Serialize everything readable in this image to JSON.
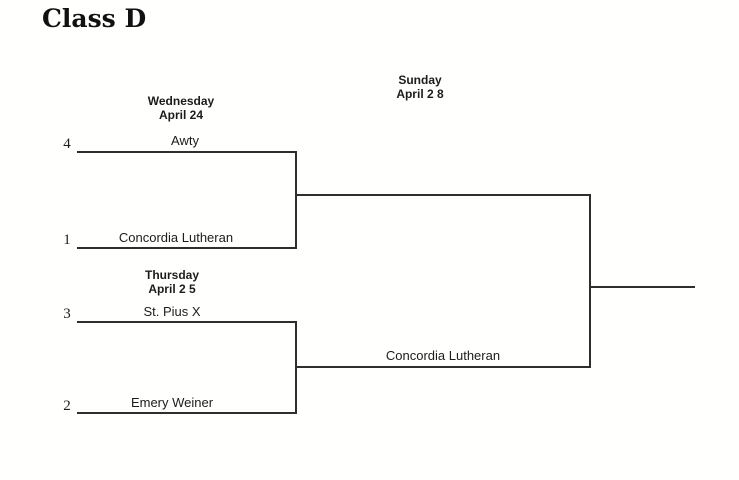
{
  "title": "Class D",
  "colors": {
    "line": "#2e2e2e",
    "text": "#1c1c1c",
    "background": "#ffffff"
  },
  "bracket": {
    "final_header": {
      "day": "Sunday",
      "date": "April 2 8"
    },
    "matches": [
      {
        "header_day": "Wednesday",
        "header_date": "April 24",
        "top": {
          "seed": "4",
          "team": "Awty"
        },
        "bottom": {
          "seed": "1",
          "team": "Concordia Lutheran"
        }
      },
      {
        "header_day": "Thursday",
        "header_date": "April 2 5",
        "top": {
          "seed": "3",
          "team": "St. Pius X"
        },
        "bottom": {
          "seed": "2",
          "team": "Emery Weiner"
        }
      }
    ],
    "advancers": {
      "bottom": "Concordia Lutheran"
    }
  }
}
